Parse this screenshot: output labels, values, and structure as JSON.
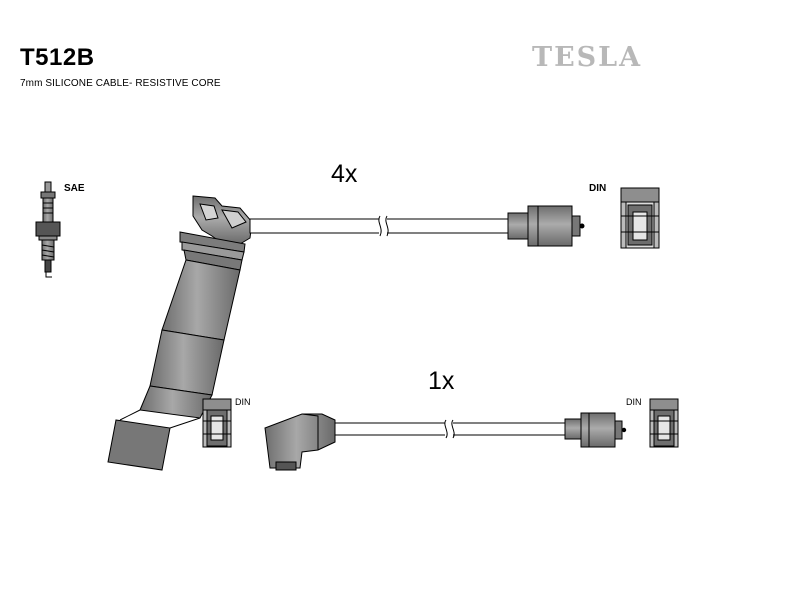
{
  "header": {
    "code": "T512B",
    "subtitle": "7mm SILICONE CABLE- RESISTIVE CORE",
    "brand": "TESLA"
  },
  "labels": {
    "sae": "SAE",
    "din": "DIN"
  },
  "cables": [
    {
      "quantity": "4x"
    },
    {
      "quantity": "1x"
    }
  ],
  "colors": {
    "part_fill": "#8c8c8c",
    "outline": "#000000",
    "brand_gray": "#b8b8b8"
  }
}
